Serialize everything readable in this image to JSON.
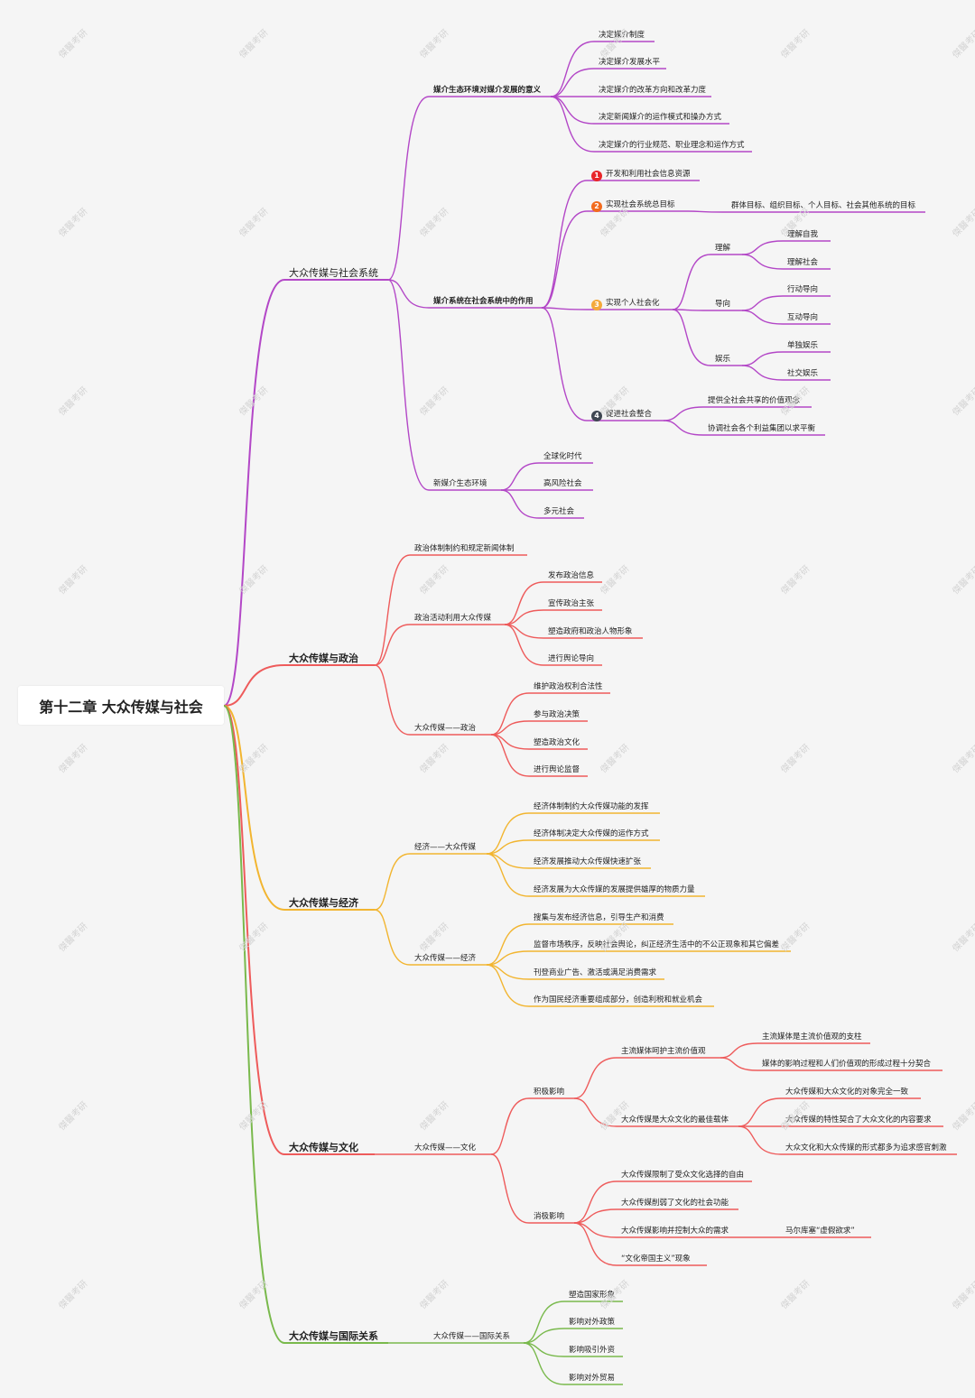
{
  "root": {
    "label": "第十二章 大众传媒与社会"
  },
  "watermark": "傑醫考研",
  "colors": {
    "purple": "#b347c7",
    "red": "#ee5b5b",
    "orange": "#f2b530",
    "green": "#79b94c",
    "badge1": "#e8262a",
    "badge2": "#f26b1d",
    "badge3": "#f4a93a",
    "badge4": "#3f4752"
  },
  "branches": [
    {
      "label": "大众传媒与社会系统",
      "children": [
        {
          "label": "媒介生态环境对媒介发展的意义",
          "children": [
            {
              "label": "决定媒介制度"
            },
            {
              "label": "决定媒介发展水平"
            },
            {
              "label": "决定媒介的改革方向和改革力度"
            },
            {
              "label": "决定新闻媒介的运作模式和操办方式"
            },
            {
              "label": "决定媒介的行业规范、职业理念和运作方式"
            }
          ]
        },
        {
          "label": "媒介系统在社会系统中的作用",
          "children": [
            {
              "label": "开发和利用社会信息资源",
              "badge": "1"
            },
            {
              "label": "实现社会系统总目标",
              "badge": "2",
              "children": [
                {
                  "label": "群体目标、组织目标、个人目标、社会其他系统的目标"
                }
              ]
            },
            {
              "label": "实现个人社会化",
              "badge": "3",
              "children": [
                {
                  "label": "理解",
                  "children": [
                    {
                      "label": "理解自我"
                    },
                    {
                      "label": "理解社会"
                    }
                  ]
                },
                {
                  "label": "导向",
                  "children": [
                    {
                      "label": "行动导向"
                    },
                    {
                      "label": "互动导向"
                    }
                  ]
                },
                {
                  "label": "娱乐",
                  "children": [
                    {
                      "label": "单独娱乐"
                    },
                    {
                      "label": "社交娱乐"
                    }
                  ]
                }
              ]
            },
            {
              "label": "促进社会整合",
              "badge": "4",
              "children": [
                {
                  "label": "提供全社会共享的价值观念"
                },
                {
                  "label": "协调社会各个利益集团以求平衡"
                }
              ]
            }
          ]
        },
        {
          "label": "新媒介生态环境",
          "children": [
            {
              "label": "全球化时代"
            },
            {
              "label": "高风险社会"
            },
            {
              "label": "多元社会"
            }
          ]
        }
      ]
    },
    {
      "label": "大众传媒与政治",
      "children": [
        {
          "label": "政治体制制约和规定新闻体制"
        },
        {
          "label": "政治活动利用大众传媒",
          "children": [
            {
              "label": "发布政治信息"
            },
            {
              "label": "宣传政治主张"
            },
            {
              "label": "塑造政府和政治人物形象"
            },
            {
              "label": "进行舆论导向"
            }
          ]
        },
        {
          "label": "大众传媒——政治",
          "children": [
            {
              "label": "维护政治权利合法性"
            },
            {
              "label": "参与政治决策"
            },
            {
              "label": "塑造政治文化"
            },
            {
              "label": "进行舆论监督"
            }
          ]
        }
      ]
    },
    {
      "label": "大众传媒与经济",
      "children": [
        {
          "label": "经济——大众传媒",
          "children": [
            {
              "label": "经济体制制约大众传媒功能的发挥"
            },
            {
              "label": "经济体制决定大众传媒的运作方式"
            },
            {
              "label": "经济发展推动大众传媒快速扩张"
            },
            {
              "label": "经济发展为大众传媒的发展提供雄厚的物质力量"
            }
          ]
        },
        {
          "label": "大众传媒——经济",
          "children": [
            {
              "label": "搜集与发布经济信息，引导生产和消费"
            },
            {
              "label": "监督市场秩序，反映社会舆论，纠正经济生活中的不公正现象和其它偏差"
            },
            {
              "label": "刊登商业广告、激活或满足消费需求"
            },
            {
              "label": "作为国民经济重要组成部分，创造利税和就业机会"
            }
          ]
        }
      ]
    },
    {
      "label": "大众传媒与文化",
      "children": [
        {
          "label": "大众传媒——文化",
          "children": [
            {
              "label": "积极影响",
              "children": [
                {
                  "label": "主流媒体呵护主流价值观",
                  "children": [
                    {
                      "label": "主流媒体是主流价值观的支柱"
                    },
                    {
                      "label": "媒体的影响过程和人们价值观的形成过程十分契合"
                    }
                  ]
                },
                {
                  "label": "大众传媒是大众文化的最佳载体",
                  "children": [
                    {
                      "label": "大众传媒和大众文化的对象完全一致"
                    },
                    {
                      "label": "大众传媒的特性契合了大众文化的内容要求"
                    },
                    {
                      "label": "大众文化和大众传媒的形式都多为追求感官刺激"
                    }
                  ]
                }
              ]
            },
            {
              "label": "消极影响",
              "children": [
                {
                  "label": "大众传媒限制了受众文化选择的自由"
                },
                {
                  "label": "大众传媒削弱了文化的社会功能"
                },
                {
                  "label": "大众传媒影响并控制大众的需求",
                  "children": [
                    {
                      "label": "马尔库塞“虚假欲求”"
                    }
                  ]
                },
                {
                  "label": "“文化帝国主义”现象"
                }
              ]
            }
          ]
        }
      ]
    },
    {
      "label": "大众传媒与国际关系",
      "children": [
        {
          "label": "大众传媒——国际关系",
          "children": [
            {
              "label": "塑造国家形象"
            },
            {
              "label": "影响对外政策"
            },
            {
              "label": "影响吸引外资"
            },
            {
              "label": "影响对外贸易"
            }
          ]
        }
      ]
    }
  ]
}
